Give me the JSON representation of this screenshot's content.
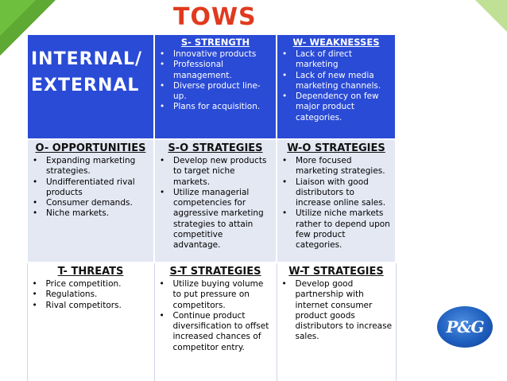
{
  "title": "TOWS",
  "corner_label_1": "INTERNAL/",
  "corner_label_2": "EXTERNAL",
  "strengths": {
    "header": "S- STRENGTH",
    "items": [
      "Innovative products",
      "Professional management.",
      "Diverse product line-up.",
      "Plans for acquisition."
    ]
  },
  "weaknesses": {
    "header": "W- WEAKNESSES",
    "items": [
      "Lack of direct marketing",
      "Lack of new media marketing channels.",
      "Dependency on few major product categories."
    ]
  },
  "opportunities": {
    "header": "O- OPPORTUNITIES",
    "items": [
      "Expanding marketing strategies.",
      "Undifferentiated rival products",
      "Consumer demands.",
      "Niche markets."
    ]
  },
  "so": {
    "header": "S-O STRATEGIES",
    "items": [
      "Develop new products to target niche markets.",
      "Utilize managerial competencies for aggressive marketing strategies to attain competitive advantage."
    ]
  },
  "wo": {
    "header": "W-O STRATEGIES",
    "items": [
      "More focused marketing strategies.",
      "Liaison with good distributors to increase online sales.",
      "Utilize niche markets rather to depend upon few product categories."
    ]
  },
  "threats": {
    "header": "T- THREATS",
    "items": [
      "Price competition.",
      "Regulations.",
      "Rival competitors."
    ]
  },
  "st": {
    "header": "S-T STRATEGIES",
    "items": [
      "Utilize buying volume to put pressure on competitors.",
      "Continue product diversification to offset increased chances of competitor entry."
    ]
  },
  "wt": {
    "header": "W-T STRATEGIES",
    "items": [
      "Develop good partnership with internet consumer product goods distributors to increase sales."
    ]
  },
  "logo": {
    "text": "P&G",
    "icon": "pg-logo-icon",
    "color": "#1f5fbf"
  },
  "colors": {
    "title": "#e03a1e",
    "header_row": "#2a4bd6",
    "opportunity_row": "#e4e8f3",
    "accent_green": "#6fbf3f"
  }
}
